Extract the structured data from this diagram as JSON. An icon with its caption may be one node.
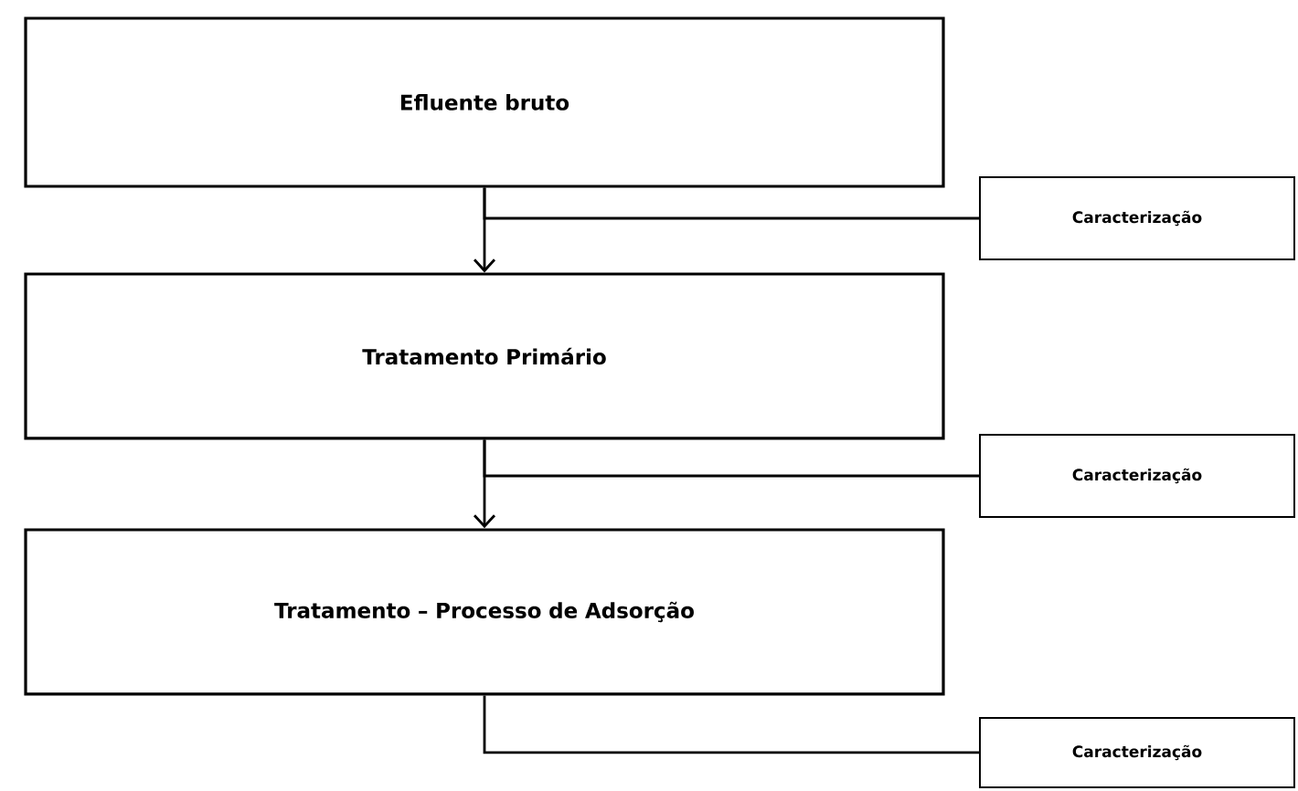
{
  "diagram": {
    "nodes": [
      {
        "text": [
          "Efluente bruto"
        ]
      },
      {
        "text": [
          "Caracterização"
        ]
      },
      {
        "text": [
          "Tratamento Primário"
        ]
      },
      {
        "text": [
          "Caracterização"
        ]
      },
      {
        "text": [
          "Tratamento – Processo de Adsorção"
        ]
      },
      {
        "text": [
          "Caracterização"
        ]
      }
    ],
    "edges": [
      {
        "from": 0,
        "to": 2,
        "arrow": "to"
      },
      {
        "from": 0,
        "to": 1,
        "arrow": "none"
      },
      {
        "from": 2,
        "to": 4,
        "arrow": "to"
      },
      {
        "from": 2,
        "to": 3,
        "arrow": "none"
      },
      {
        "from": 4,
        "to": 5,
        "arrow": "none"
      }
    ]
  }
}
